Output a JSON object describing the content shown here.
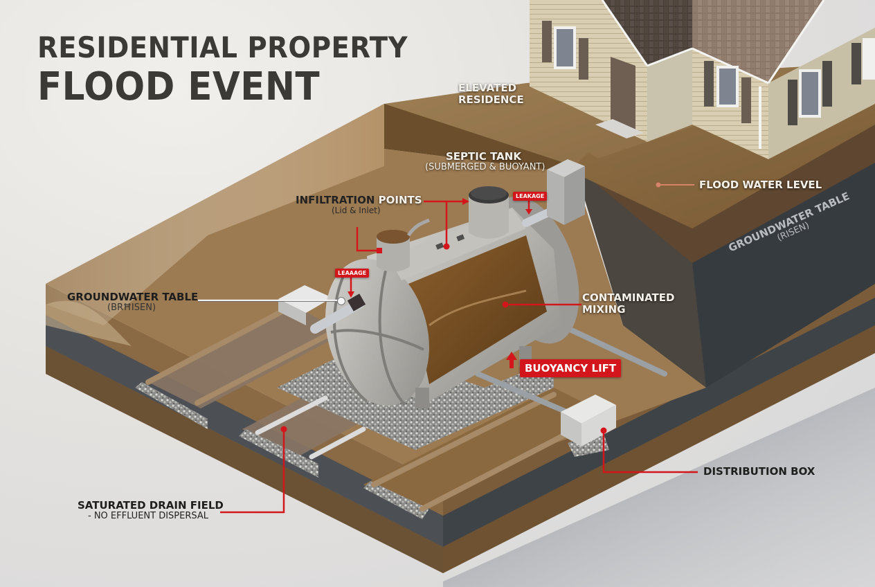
{
  "title": {
    "line1": "RESIDENTIAL PROPERTY",
    "line2": "FLOOD EVENT"
  },
  "labels": {
    "elevated_residence": {
      "line1": "ELEVATED",
      "line2": "RESIDENCE"
    },
    "septic_tank": {
      "title": "SEPTIC TANK",
      "subtitle": "(SUBMERGED & BUOYANT)"
    },
    "infiltration_points": {
      "title_part1": "INFILTRATION",
      "title_part2": "POINTS",
      "subtitle": "(Lid & Inlet)"
    },
    "flood_water_level": "FLOOD WATER LEVEL",
    "groundwater_left": {
      "title": "GROUNDWATER TABLE",
      "subtitle": "(BRĦISEN)"
    },
    "groundwater_right": {
      "title": "GROUNDWATER TABLE",
      "subtitle": "(RISEN)"
    },
    "contaminated_mixing": {
      "line1": "CONTAMINATED",
      "line2": "MIXING"
    },
    "buoyancy_lift": "BUOYANCY LIFT",
    "distribution_box": "DISTRIBUTION BOX",
    "saturated_drain_field": {
      "title": "SATURATED DRAIN FIELD",
      "subtitle": "- NO EFFLUENT DISPERSAL"
    }
  },
  "tags": {
    "leakage_outlet": "LEAKAGE",
    "leakage_inlet": "LEAAAGE"
  },
  "colors": {
    "callout_red": "#d3161c",
    "flood_water": "#8a6a3e",
    "soil": "#6e5030",
    "groundwater_dark": "#3c4248",
    "concrete": "#b9b7b2",
    "siding": "#d8cdb0",
    "roof": "#6a5a4e"
  },
  "icons": {
    "arrow_up": "buoyancy-arrow-up",
    "arrow_down": "leakage-arrow-down",
    "callout_dot": "callout-dot"
  }
}
